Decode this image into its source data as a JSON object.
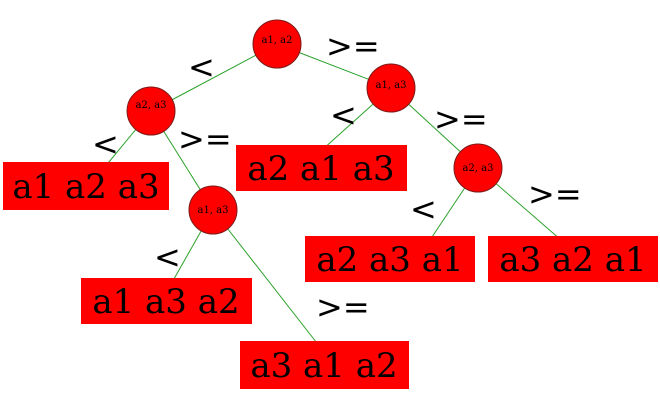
{
  "colors": {
    "node_fill": "#ff0000",
    "edge": "#2aa12a",
    "leaf_fill": "#ff0000",
    "text": "#000000"
  },
  "nodes": {
    "root": "a1, a2",
    "left": "a2, a3",
    "left_right": "a1, a3",
    "right": "a1, a3",
    "right_right": "a2, a3"
  },
  "edges": {
    "root_left": "<",
    "root_right": ">=",
    "left_left": "<",
    "left_right": ">=",
    "lr_left": "<",
    "lr_right": ">=",
    "right_left": "<",
    "right_right": ">=",
    "rr_left": "<",
    "rr_right": ">="
  },
  "leaves": {
    "l1": "a1 a2 a3",
    "l2": "a1 a3 a2",
    "l3": "a3 a1 a2",
    "l4": "a2 a1 a3",
    "l5": "a2 a3 a1",
    "l6": "a3 a2 a1"
  }
}
